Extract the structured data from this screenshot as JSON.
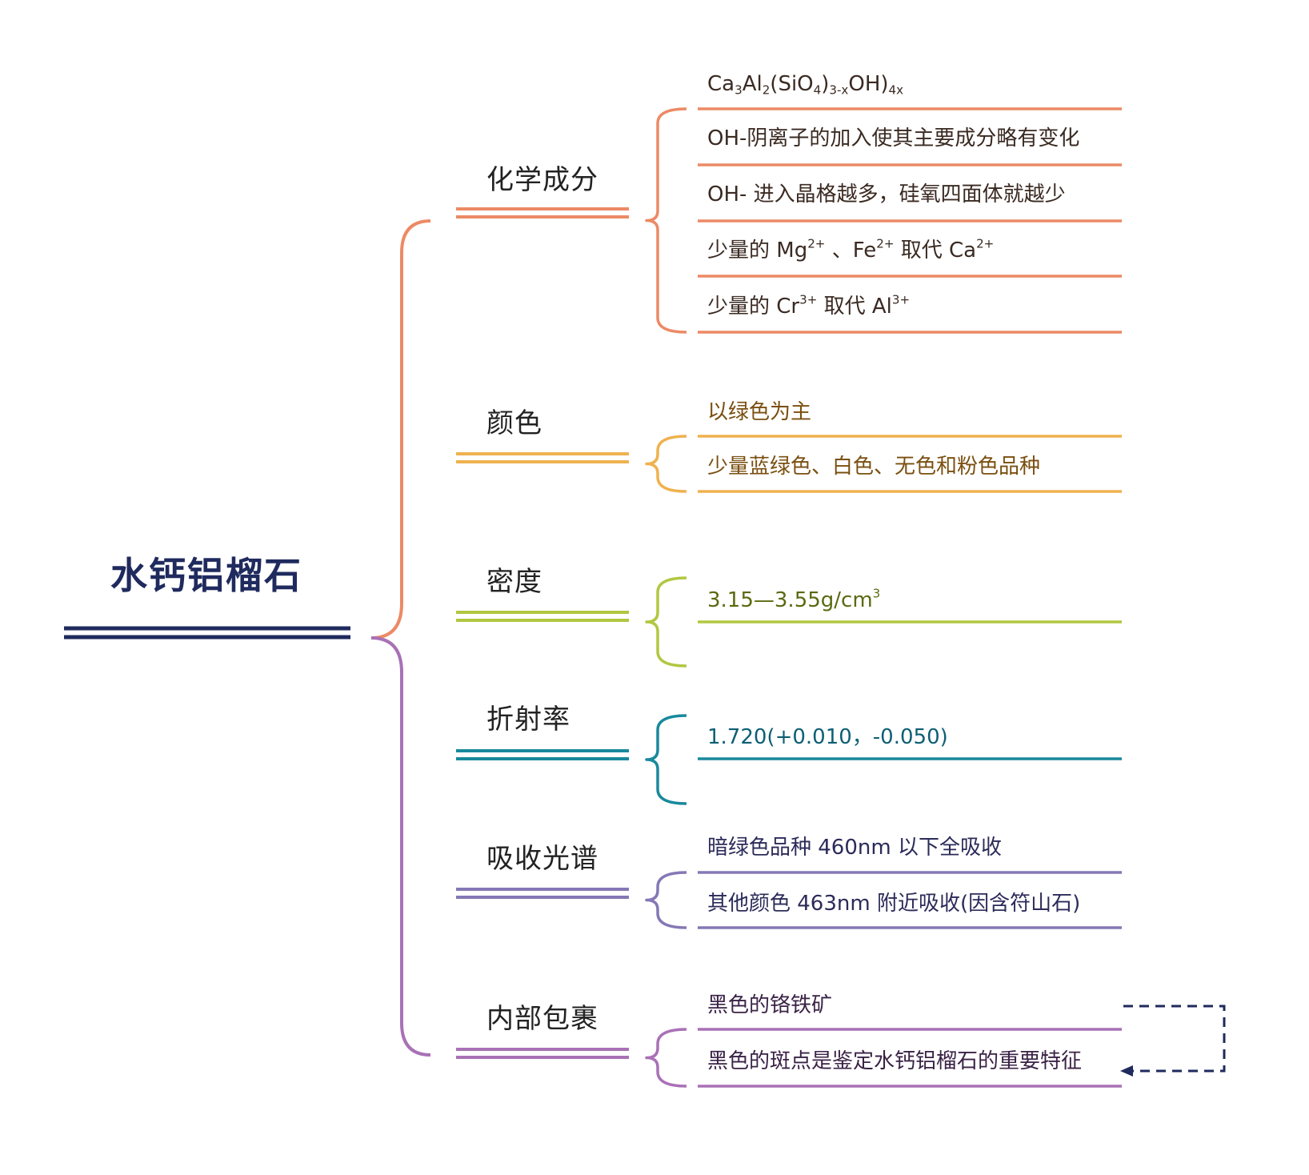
{
  "root": {
    "label": "水钙铝榴石"
  },
  "colors": {
    "root_line": "#1f2a5e",
    "chemistry": "#ec8a65",
    "color": "#efb24f",
    "density": "#b2c741",
    "refractive": "#19899c",
    "absorption": "#8578b5",
    "inclusions": "#a971b6",
    "arrow": "#1f2a5e"
  },
  "branches": [
    {
      "key": "chemistry",
      "label": "化学成分",
      "leaves": [
        {
          "text": "Ca<sub>3</sub>Al<sub>2</sub>(SiO<sub>4</sub>)<sub>3-x</sub>OH)<sub>4x</sub>"
        },
        {
          "text": "OH-阴离子的加入使其主要成分略有变化"
        },
        {
          "text": "OH- 进入晶格越多，硅氧四面体就越少"
        },
        {
          "text": "少量的 Mg<sup>2+</sup> 、Fe<sup>2+</sup> 取代 Ca<sup>2+</sup>"
        },
        {
          "text": "少量的 Cr<sup>3+</sup> 取代 Al<sup>3+</sup>"
        }
      ]
    },
    {
      "key": "color",
      "label": "颜色",
      "leaves": [
        {
          "text": "以绿色为主"
        },
        {
          "text": "少量蓝绿色、白色、无色和粉色品种"
        }
      ]
    },
    {
      "key": "density",
      "label": "密度",
      "leaves": [
        {
          "text": "3.15—3.55g/cm<sup>3</sup>"
        }
      ]
    },
    {
      "key": "refractive",
      "label": "折射率",
      "leaves": [
        {
          "text": "1.720(+0.010，-0.050)"
        }
      ]
    },
    {
      "key": "absorption",
      "label": "吸收光谱",
      "leaves": [
        {
          "text": "暗绿色品种 460nm 以下全吸收"
        },
        {
          "text": "其他颜色 463nm 附近吸收(因含符山石)"
        }
      ]
    },
    {
      "key": "inclusions",
      "label": "内部包裹",
      "leaves": [
        {
          "text": "黑色的铬铁矿"
        },
        {
          "text": "黑色的斑点是鉴定水钙铝榴石的重要特征"
        }
      ]
    }
  ]
}
